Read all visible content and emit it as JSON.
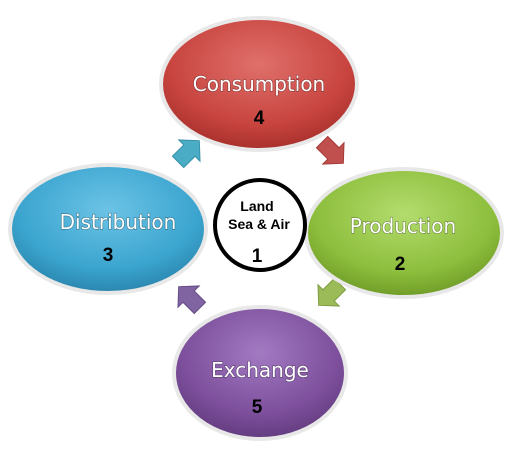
{
  "center": {
    "line1": "Land",
    "line2": "Sea & Air",
    "number": "1"
  },
  "nodes": [
    {
      "id": "consumption",
      "label": "Consumption",
      "number": "4",
      "color": "#c8443f"
    },
    {
      "id": "production",
      "label": "Production",
      "number": "2",
      "color": "#8dbe3c"
    },
    {
      "id": "distribution",
      "label": "Distribution",
      "number": "3",
      "color": "#3ba5cf"
    },
    {
      "id": "exchange",
      "label": "Exchange",
      "number": "5",
      "color": "#7d4f9c"
    }
  ],
  "arrows": [
    {
      "from": "consumption",
      "to": "production",
      "color": "#c0504d"
    },
    {
      "from": "production",
      "to": "exchange",
      "color": "#9bbb59"
    },
    {
      "from": "exchange",
      "to": "distribution",
      "color": "#8064a2"
    },
    {
      "from": "distribution",
      "to": "consumption",
      "color": "#4bacc6"
    }
  ]
}
